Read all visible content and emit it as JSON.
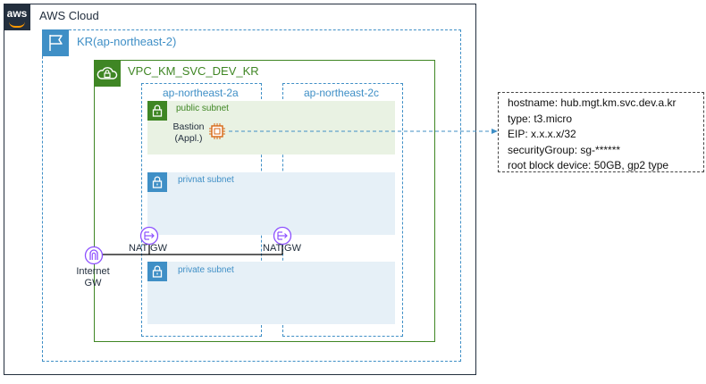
{
  "cloud": {
    "label": "AWS Cloud",
    "logo_text": "aws"
  },
  "region": {
    "label": "KR(ap-northeast-2)"
  },
  "vpc": {
    "label": "VPC_KM_SVC_DEV_KR"
  },
  "zones": [
    {
      "label": "ap-northeast-2a"
    },
    {
      "label": "ap-northeast-2c"
    }
  ],
  "subnets": {
    "public": "public subnet",
    "privnat": "privnat subnet",
    "private": "private subnet"
  },
  "bastion": {
    "line1": "Bastion",
    "line2": "(Appl.)"
  },
  "nat_gateways": [
    {
      "label": "NAT GW"
    },
    {
      "label": "NAT GW"
    }
  ],
  "internet_gateway": {
    "line1": "Internet",
    "line2": "GW"
  },
  "instance_info": {
    "hostname": "hostname: hub.mgt.km.svc.dev.a.kr",
    "type": "type: t3.micro",
    "eip": "EIP: x.x.x.x/32",
    "security_group": "securityGroup: sg-******",
    "root_block_device": "root block device: 50GB, gp2 type"
  },
  "colors": {
    "aws_dark": "#232f3e",
    "aws_orange": "#ff9900",
    "region_blue": "#3f8fc6",
    "vpc_green": "#3f8624",
    "public_subnet_fill": "#e9f2e3",
    "private_subnet_fill": "#e6f0f7",
    "ec2_orange": "#d86613",
    "natgw_purple": "#8c4fff"
  },
  "icons": {
    "cloud": "aws-logo-icon",
    "region": "flag-icon",
    "vpc": "cloud-lock-icon",
    "subnet": "lock-icon",
    "bastion": "ec2-chip-icon",
    "nat": "nat-gateway-icon",
    "igw": "internet-gateway-icon"
  }
}
